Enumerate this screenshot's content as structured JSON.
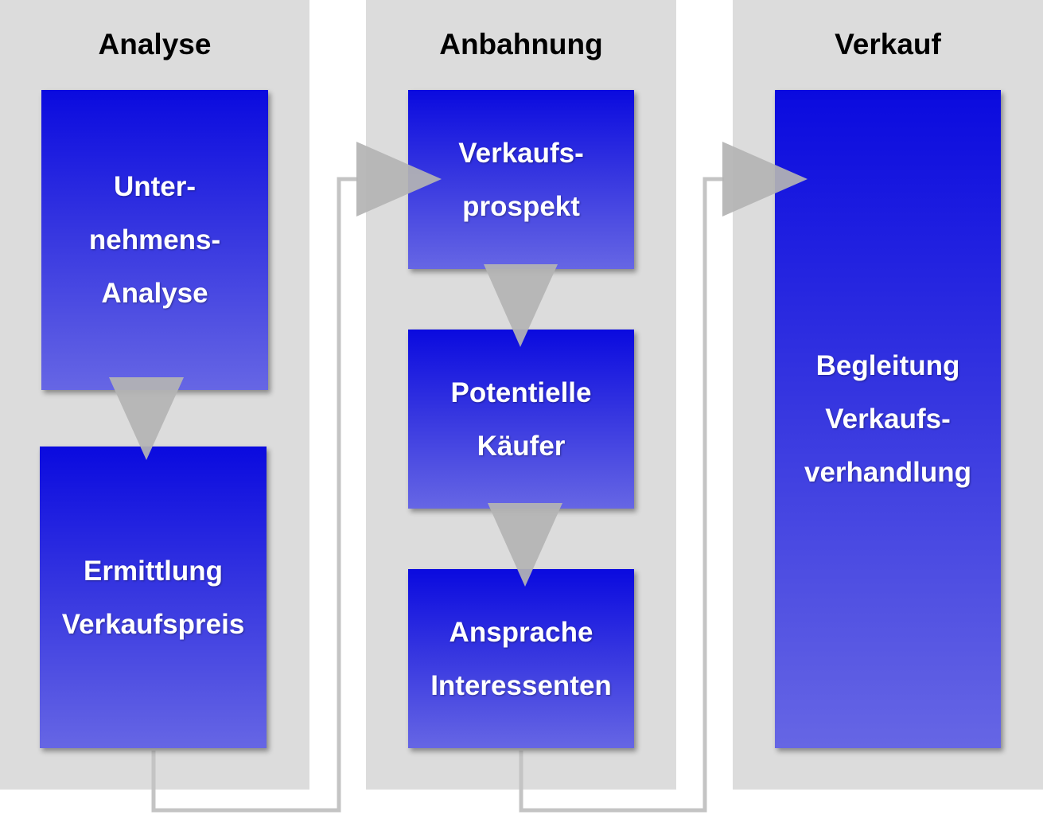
{
  "columns": [
    {
      "title": "Analyse",
      "boxes": [
        {
          "lines": [
            "Unter-",
            "nehmens-",
            "Analyse"
          ]
        },
        {
          "lines": [
            "Ermittlung",
            "Verkaufspreis"
          ]
        }
      ]
    },
    {
      "title": "Anbahnung",
      "boxes": [
        {
          "lines": [
            "Verkaufs-",
            "prospekt"
          ]
        },
        {
          "lines": [
            "Potentielle",
            "Käufer"
          ]
        },
        {
          "lines": [
            "Ansprache",
            "Interessenten"
          ]
        }
      ]
    },
    {
      "title": "Verkauf",
      "boxes": [
        {
          "lines": [
            "Begleitung",
            "Verkaufs-",
            "verhandlung"
          ]
        }
      ]
    }
  ],
  "colors": {
    "column_bg": "#dcdcdc",
    "box_top": "#0a0adf",
    "box_bottom": "#6666e4",
    "arrow": "#b0b0b0",
    "connector": "#c0c0c0"
  }
}
